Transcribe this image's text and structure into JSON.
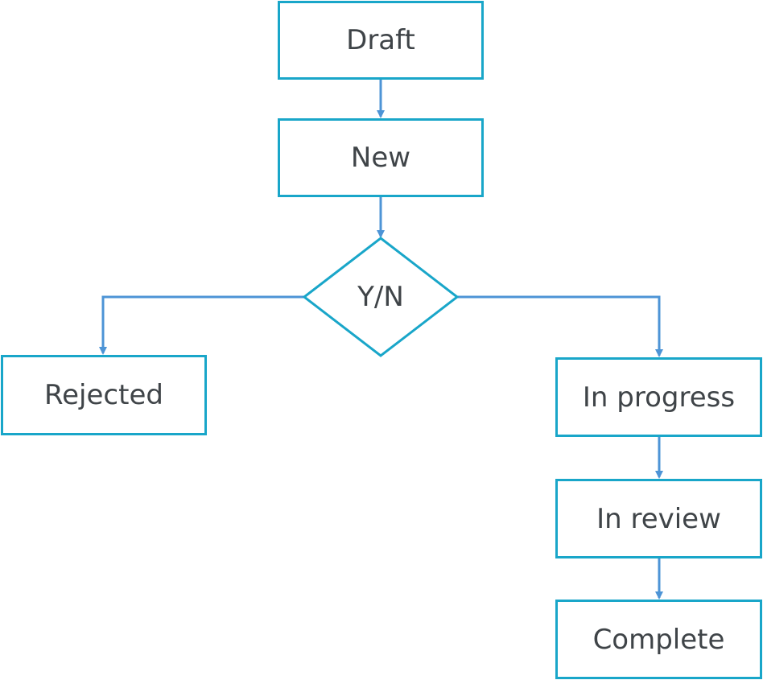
{
  "nodes": {
    "draft": "Draft",
    "new": "New",
    "decision": "Y/N",
    "rejected": "Rejected",
    "in_progress": "In progress",
    "in_review": "In review",
    "complete": "Complete"
  },
  "colors": {
    "box_border": "#19a6c9",
    "connector": "#4d94d6",
    "text": "#3f4448"
  }
}
